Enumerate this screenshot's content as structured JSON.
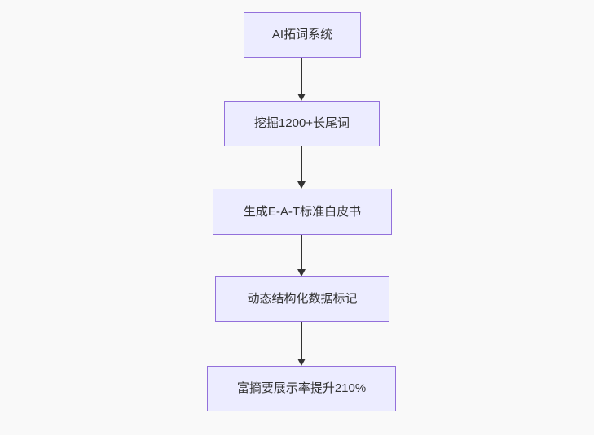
{
  "diagram": {
    "type": "flowchart",
    "direction": "top-down",
    "colors": {
      "background": "#f9f9f9",
      "node_fill": "#ECECFF",
      "node_border": "#9370DB",
      "text": "#333333",
      "arrow": "#333333"
    },
    "nodes": [
      {
        "id": "A",
        "label": "AI拓词系统"
      },
      {
        "id": "B",
        "label": "挖掘1200+长尾词"
      },
      {
        "id": "C",
        "label": "生成E-A-T标准白皮书"
      },
      {
        "id": "D",
        "label": "动态结构化数据标记"
      },
      {
        "id": "E",
        "label": "富摘要展示率提升210%"
      }
    ],
    "edges": [
      {
        "from": "A",
        "to": "B"
      },
      {
        "from": "B",
        "to": "C"
      },
      {
        "from": "C",
        "to": "D"
      },
      {
        "from": "D",
        "to": "E"
      }
    ]
  }
}
